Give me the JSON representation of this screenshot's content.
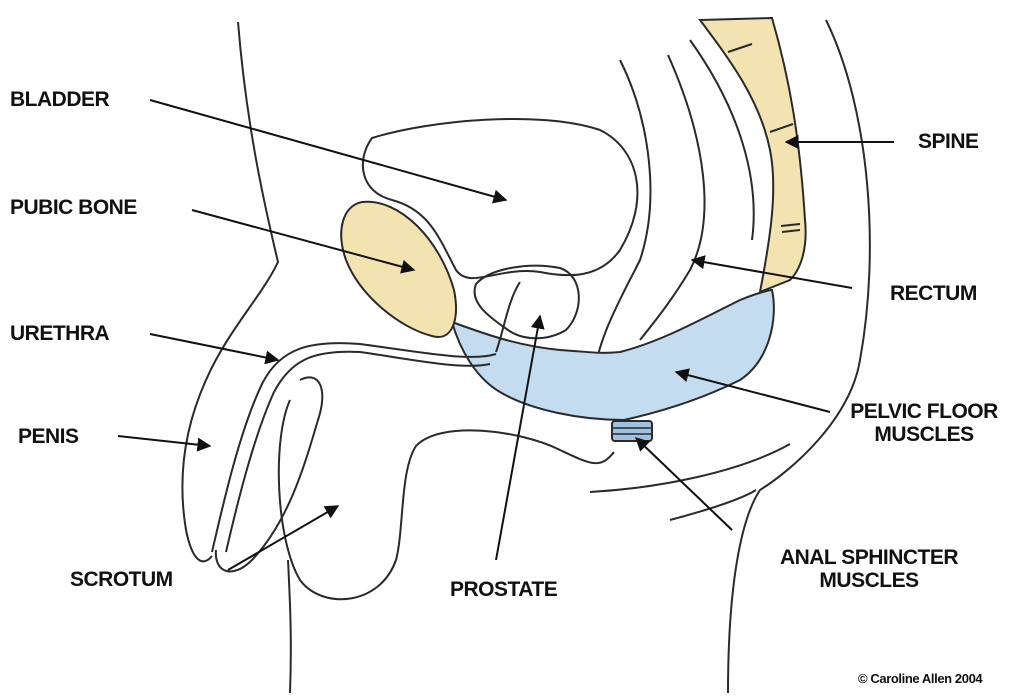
{
  "labels": {
    "bladder": "BLADDER",
    "pubic_bone": "PUBIC BONE",
    "urethra": "URETHRA",
    "penis": "PENIS",
    "scrotum": "SCROTUM",
    "prostate": "PROSTATE",
    "spine": "SPINE",
    "rectum": "RECTUM",
    "pelvic_floor_line1": "PELVIC FLOOR",
    "pelvic_floor_line2": "MUSCLES",
    "anal_sphincter_line1": "ANAL SPHINCTER",
    "anal_sphincter_line2": "MUSCLES"
  },
  "copyright": "© Caroline Allen 2004",
  "colors": {
    "bone": "#f3e3b0",
    "muscle": "#c4dcef",
    "outline": "#2a2a2a",
    "arrow": "#111111"
  }
}
